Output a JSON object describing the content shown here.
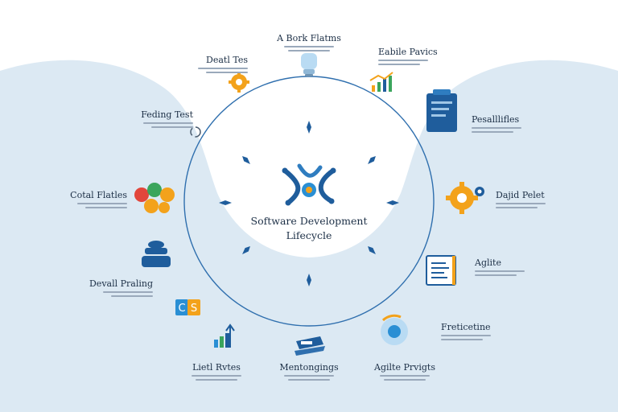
{
  "diagram": {
    "center": {
      "line1": "Software Development",
      "line2": "Lifecycle",
      "icon": "network-hub-icon"
    },
    "colors": {
      "ring": "#2f6fae",
      "background_wave": "#dce9f3",
      "accent_blue": "#1f5d9c",
      "accent_orange": "#f3a21b",
      "accent_green": "#3ba55c",
      "accent_red": "#e2463b"
    },
    "nodes": [
      {
        "id": "top",
        "title": "A Bork Flatms",
        "icon": "lightbulb-icon"
      },
      {
        "id": "top-left",
        "title": "Deatl Tes",
        "icon": "gear-icon"
      },
      {
        "id": "top-right",
        "title": "Eabile Pavics",
        "icon": "chart-icon"
      },
      {
        "id": "left-upper",
        "title": "Feding Test",
        "icon": "cycle-icon"
      },
      {
        "id": "right-upper",
        "title": "Pesalllifles",
        "icon": "clipboard-icon"
      },
      {
        "id": "left-mid",
        "title": "Cotal Flatles",
        "icon": "hexagon-cluster-icon"
      },
      {
        "id": "right-mid",
        "title": "Dajid Pelet",
        "icon": "gears-icon"
      },
      {
        "id": "left-lower",
        "title": "Devall Praling",
        "icon": "database-icon"
      },
      {
        "id": "right-lower",
        "title": "Aglite",
        "icon": "document-icon"
      },
      {
        "id": "left-bottom",
        "title": "",
        "icon": "code-c-icon"
      },
      {
        "id": "right-bottom",
        "title": "Freticetine",
        "icon": "target-icon"
      },
      {
        "id": "bottom-left",
        "title": "Lietl Rvtes",
        "icon": "bar-growth-icon"
      },
      {
        "id": "bottom",
        "title": "Mentongings",
        "icon": "laptop-icon"
      },
      {
        "id": "bottom-right",
        "title": "Agilte Prvigts",
        "icon": "arrow-curve-icon"
      }
    ]
  }
}
